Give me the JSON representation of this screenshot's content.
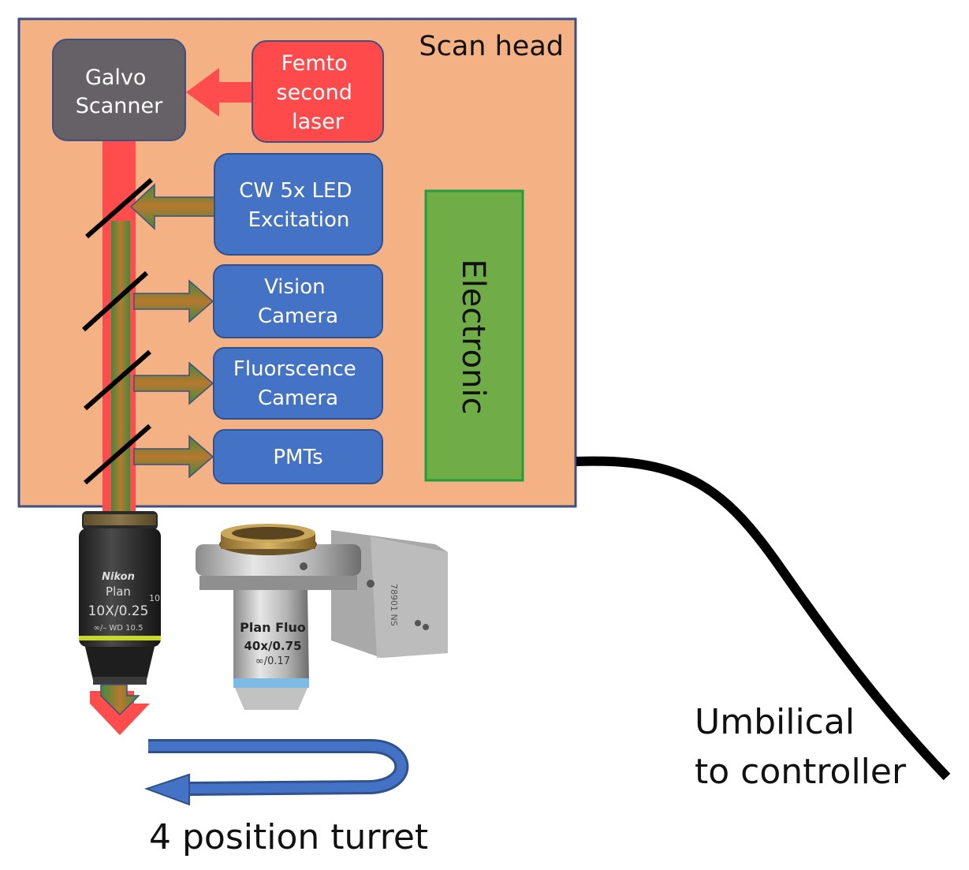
{
  "scan_head": {
    "title": "Scan head"
  },
  "blocks": {
    "galvo": {
      "lines": [
        "Galvo",
        "Scanner"
      ]
    },
    "laser": {
      "lines": [
        "Femto",
        "second",
        "laser"
      ]
    },
    "led": {
      "lines": [
        "CW 5x LED",
        "Excitation"
      ]
    },
    "vision": {
      "lines": [
        "Vision",
        "Camera"
      ]
    },
    "fluor": {
      "lines": [
        "Fluorscence",
        "Camera"
      ]
    },
    "pmts": {
      "lines": [
        "PMTs"
      ]
    },
    "electronic": {
      "label": "Electronic"
    }
  },
  "objective_10x": {
    "brand": "Nikon",
    "line1": "Plan",
    "line2": "10X/0.25",
    "line3": "∞/–  WD 10.5",
    "side": "10"
  },
  "objective_40x": {
    "line1": "Plan Fluo",
    "line2": "40x/0.75",
    "line3": "∞/0.17"
  },
  "turret_mount": {
    "engraving": "78901 NS"
  },
  "labels": {
    "turret": "4 position turret",
    "umbilical_1": "Umbilical",
    "umbilical_2": "to controller"
  },
  "colors": {
    "scan_head_fill": "#f4b183",
    "scan_head_border": "#3f4f7f",
    "galvo": "#666166",
    "laser": "#fe4a4a",
    "blue_box": "#4472c4",
    "electronic": "#70ad47",
    "beam_red": "#ff4d4d"
  }
}
